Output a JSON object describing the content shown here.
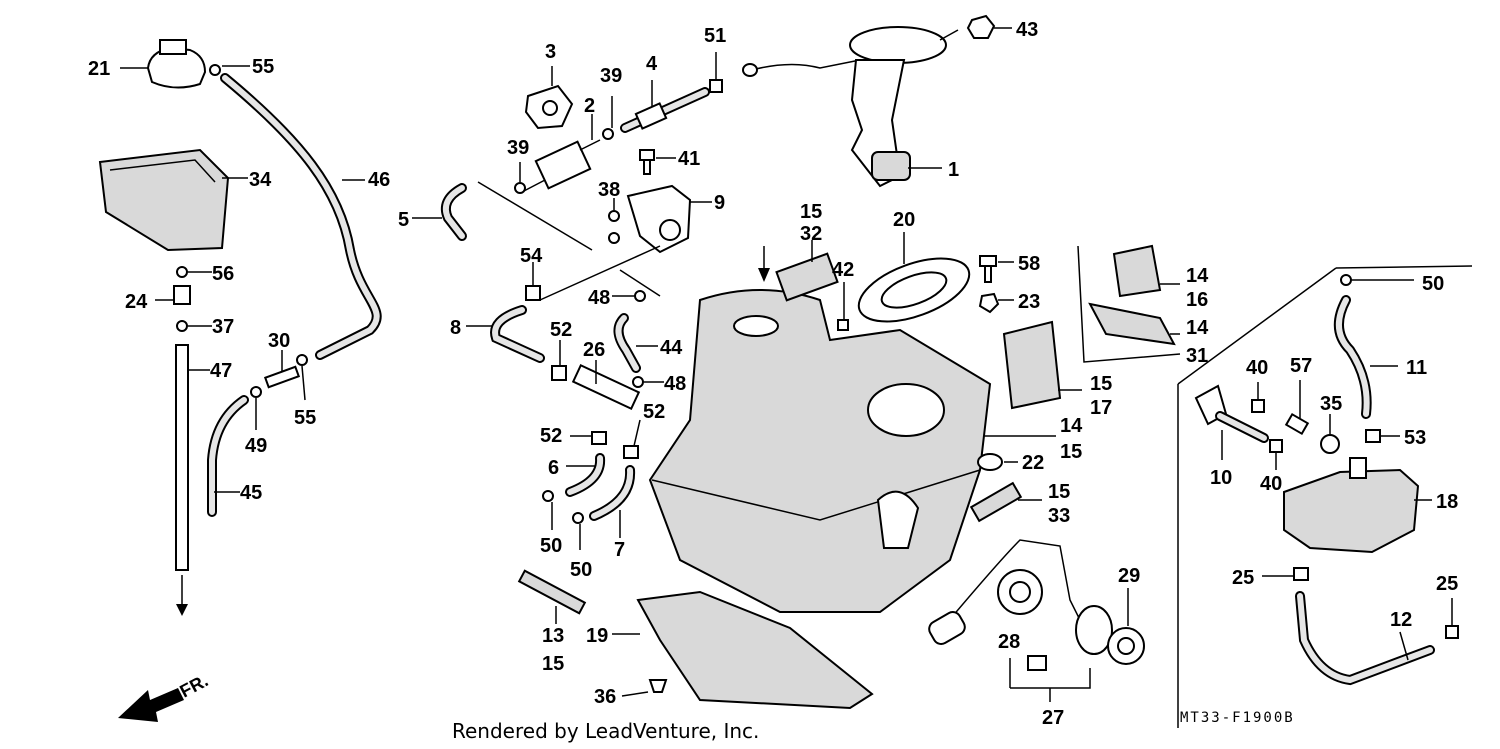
{
  "callouts": {
    "c1": "1",
    "c2": "2",
    "c3": "3",
    "c4": "4",
    "c5": "5",
    "c6": "6",
    "c7": "7",
    "c8": "8",
    "c9": "9",
    "c10": "10",
    "c11": "11",
    "c12": "12",
    "c13": "13",
    "c14a": "14",
    "c14b": "14",
    "c14c": "14",
    "c15a": "15",
    "c15b": "15",
    "c15c": "15",
    "c15d": "15",
    "c15e": "15",
    "c16": "16",
    "c17": "17",
    "c18": "18",
    "c19": "19",
    "c20": "20",
    "c21": "21",
    "c22": "22",
    "c23": "23",
    "c24": "24",
    "c25a": "25",
    "c25b": "25",
    "c26": "26",
    "c27": "27",
    "c28": "28",
    "c29": "29",
    "c30": "30",
    "c31": "31",
    "c32": "32",
    "c33": "33",
    "c34": "34",
    "c35": "35",
    "c36": "36",
    "c37": "37",
    "c38": "38",
    "c39a": "39",
    "c39b": "39",
    "c40a": "40",
    "c40b": "40",
    "c41": "41",
    "c42": "42",
    "c43": "43",
    "c44": "44",
    "c45": "45",
    "c46": "46",
    "c47": "47",
    "c48a": "48",
    "c48b": "48",
    "c49": "49",
    "c50a": "50",
    "c50b": "50",
    "c50c": "50",
    "c51": "51",
    "c52a": "52",
    "c52b": "52",
    "c52c": "52",
    "c53": "53",
    "c54": "54",
    "c55a": "55",
    "c55b": "55",
    "c56": "56",
    "c57": "57",
    "c58": "58"
  },
  "front_marker": "FR.",
  "footer": {
    "rendered_by": "Rendered by LeadVenture, Inc.",
    "diagram_code": "MT33-F1900B"
  }
}
